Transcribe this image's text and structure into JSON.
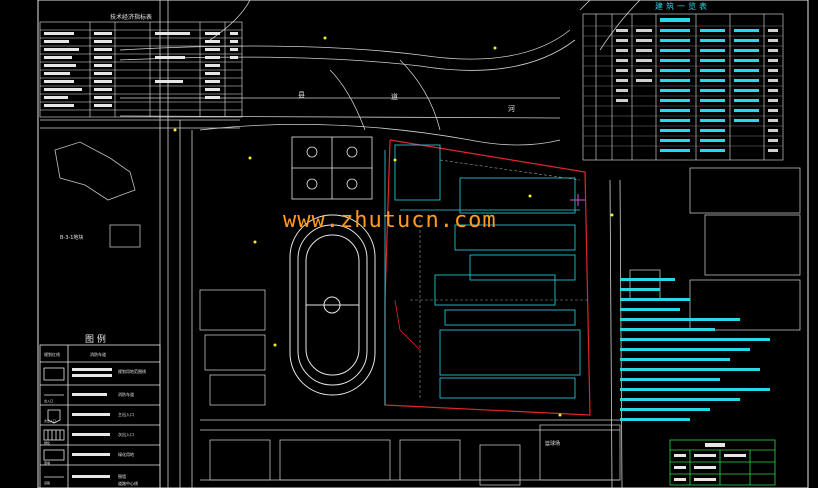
{
  "watermark": "www.zhutucn.com",
  "labels": {
    "legend_title": "图 例",
    "river": "河",
    "road": "道",
    "county_label": "县",
    "lot_label": "B-3-1地块",
    "sports": "篮球场"
  },
  "schedule_title": "建筑一览表",
  "index_title": "技术经济指标表",
  "legend_items": [
    {
      "symbol": "规划红线",
      "text": "规划用地范围线"
    },
    {
      "symbol": "消防车道",
      "text": "消防车道"
    },
    {
      "symbol": "出入口",
      "text": "主出入口"
    },
    {
      "symbol": "次出入口",
      "text": "次出入口"
    },
    {
      "symbol": "绿化",
      "text": "绿化用地"
    },
    {
      "symbol": "围墙",
      "text": "围墙"
    },
    {
      "symbol": "道路",
      "text": "道路中心线"
    }
  ],
  "colors": {
    "background": "#000000",
    "line_white": "#e6e6e6",
    "line_cyan": "#28d7e8",
    "line_red": "#e0262c",
    "line_yellow": "#f4ee24",
    "line_green": "#2bd84b",
    "line_magenta": "#d84bd8",
    "watermark": "#ff9a1f"
  }
}
